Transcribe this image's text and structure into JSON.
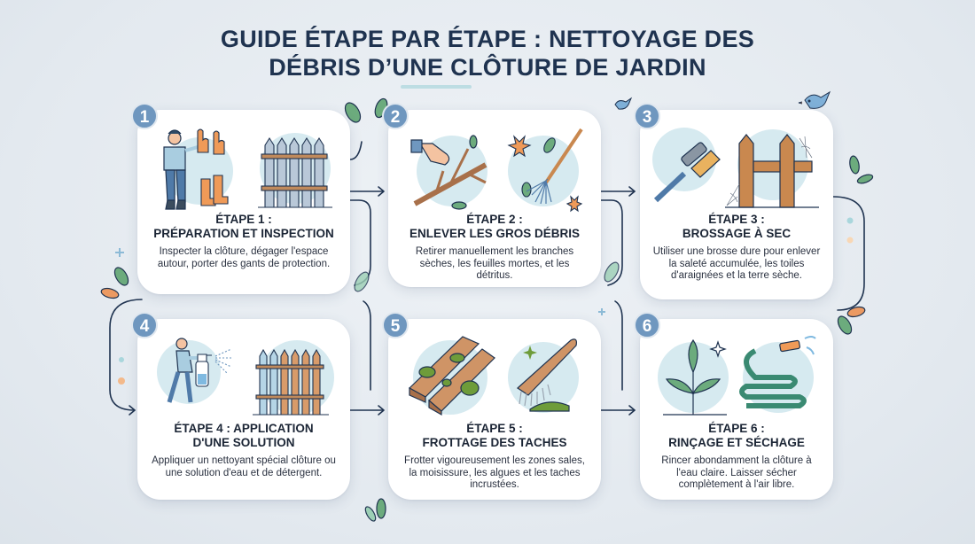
{
  "title": {
    "line1": "GUIDE ÉTAPE PAR ÉTAPE : NETTOYAGE DES",
    "line2": "DÉBRIS D’UNE CLÔTURE DE JARDIN"
  },
  "colors": {
    "badge": "#6f97bf",
    "title": "#1f3350",
    "card_bg": "#ffffff",
    "background": "#e6ecf1",
    "connector": "#1f3350",
    "leaf_green": "#6cab7d",
    "leaf_orange": "#ec9a62",
    "illustration_circle": "#d6eaf0"
  },
  "steps": [
    {
      "number": "1",
      "heading_line1": "ÉTAPE 1 :",
      "heading_line2": "PRÉPARATION ET INSPECTION",
      "description": "Inspecter la clôture, dégager l'espace autour, porter des gants de protection.",
      "icons": [
        "person-icon",
        "gloves-icon",
        "boots-icon",
        "fence-icon"
      ]
    },
    {
      "number": "2",
      "heading_line1": "ÉTAPE 2 :",
      "heading_line2": "ENLEVER LES GROS DÉBRIS",
      "description": "Retirer manuellement les branches sèches, les feuilles mortes, et les détritus.",
      "icons": [
        "hand-branch-icon",
        "leaves-icon",
        "rake-icon"
      ]
    },
    {
      "number": "3",
      "heading_line1": "ÉTAPE 3 :",
      "heading_line2": "BROSSAGE À SEC",
      "description": "Utiliser une brosse dure pour enlever la saleté accumulée, les toiles d'araignées et la terre sèche.",
      "icons": [
        "brush-icon",
        "wooden-fence-icon",
        "spiderweb-icon"
      ]
    },
    {
      "number": "4",
      "heading_line1": "ÉTAPE 4 : APPLICATION",
      "heading_line2": "D'UNE SOLUTION",
      "description": "Appliquer un nettoyant spécial clôture ou une solution d'eau et de détergent.",
      "icons": [
        "person-spraying-icon",
        "spray-bottle-icon",
        "fence-icon"
      ]
    },
    {
      "number": "5",
      "heading_line1": "ÉTAPE 5 :",
      "heading_line2": "FROTTAGE DES TACHES",
      "description": "Frotter vigoureusement les zones sales, la moisissure, les algues et les taches incrustées.",
      "icons": [
        "mossy-planks-icon",
        "scrub-brush-icon"
      ]
    },
    {
      "number": "6",
      "heading_line1": "ÉTAPE 6 :",
      "heading_line2": "RINÇAGE ET SÉCHAGE",
      "description": "Rincer abondamment la clôture à l'eau claire. Laisser sécher complètement à l'air libre.",
      "icons": [
        "plant-icon",
        "garden-hose-icon"
      ]
    }
  ]
}
